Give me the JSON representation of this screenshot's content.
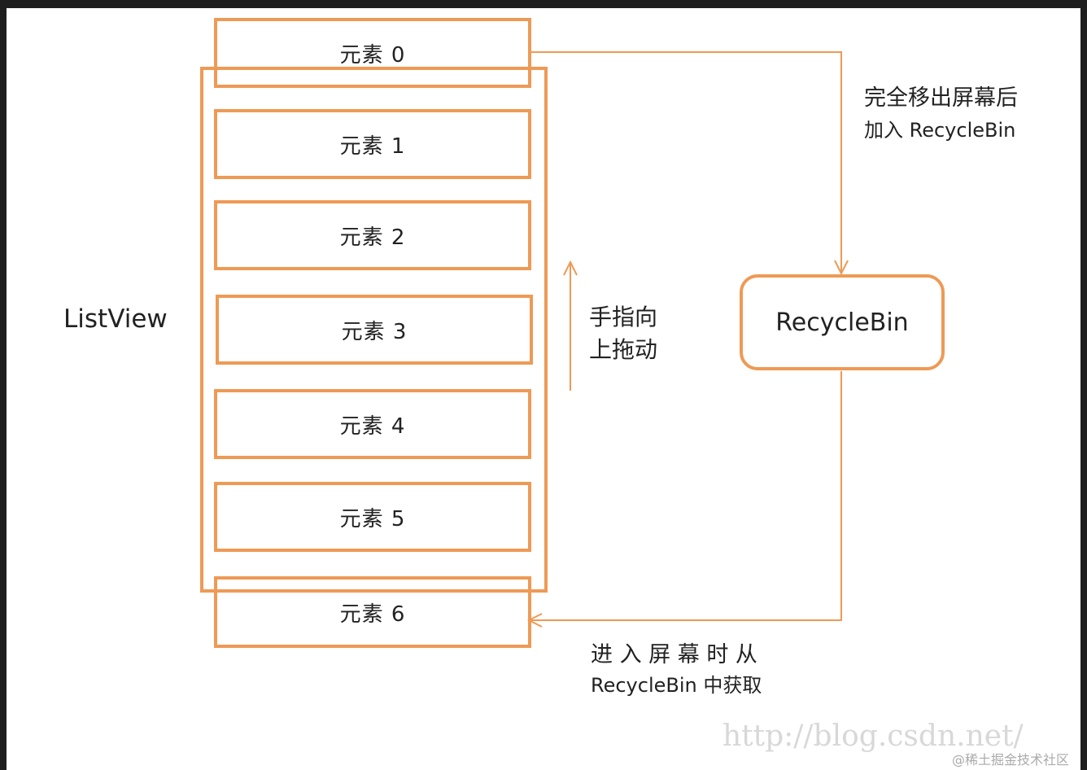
{
  "listview_label": "ListView",
  "items": [
    "元素 0",
    "元素 1",
    "元素 2",
    "元素 3",
    "元素 4",
    "元素 5",
    "元素 6"
  ],
  "drag_label_line1": "手指向",
  "drag_label_line2": "上拖动",
  "recycle_bin": "RecycleBin",
  "exit_label_line1": "完全移出屏幕后",
  "exit_label_line2": "加入 RecycleBin",
  "enter_label_line1": "进 入 屏 幕 时 从",
  "enter_label_line2": "RecycleBin 中获取",
  "watermark": "http://blog.csdn.net/",
  "site_credit": "@稀土掘金技术社区",
  "colors": {
    "accent": "#ee9a55",
    "text": "#222222"
  }
}
